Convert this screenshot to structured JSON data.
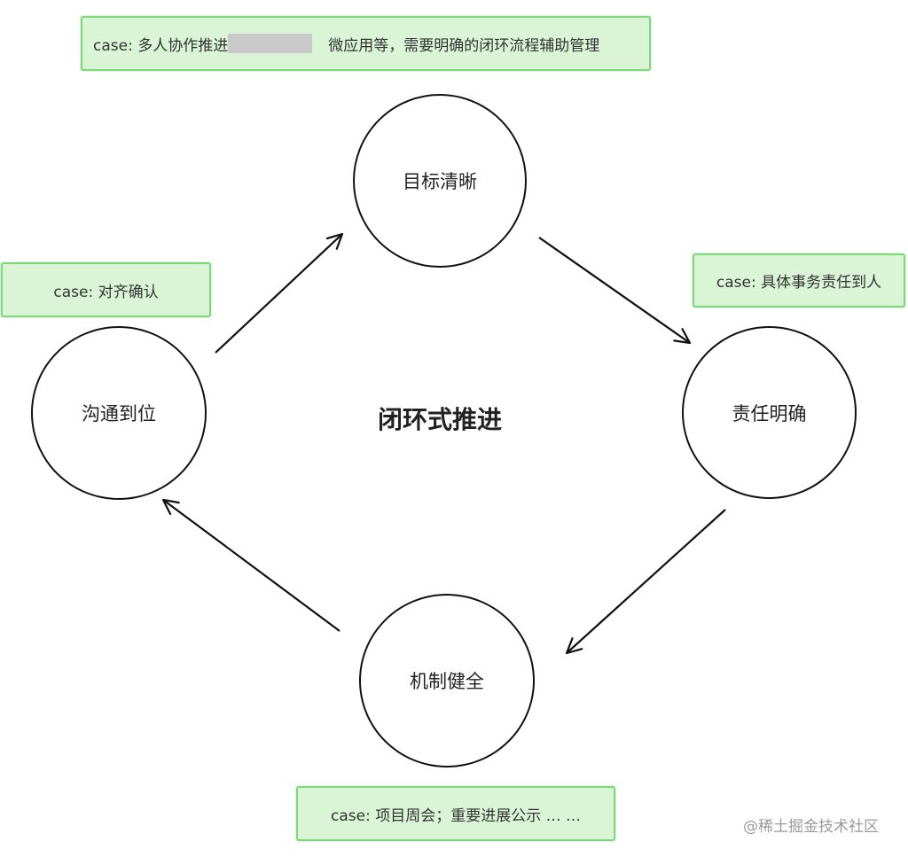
{
  "center": {
    "title": "闭环式推进"
  },
  "nodes": {
    "top": "目标清晰",
    "right": "责任明确",
    "bottom": "机制健全",
    "left": "沟通到位"
  },
  "notes": {
    "top_before": "case: 多人协作推进",
    "top_after": "微应用等，需要明确的闭环流程辅助管理",
    "right": "case: 具体事务责任到人",
    "bottom": "case: 项目周会；重要进展公示 … …",
    "left": "case: 对齐确认"
  },
  "watermark": "@稀土掘金技术社区",
  "colors": {
    "note_fill": "#d9f5d6",
    "note_border": "#7cd87a",
    "line": "#111111"
  }
}
